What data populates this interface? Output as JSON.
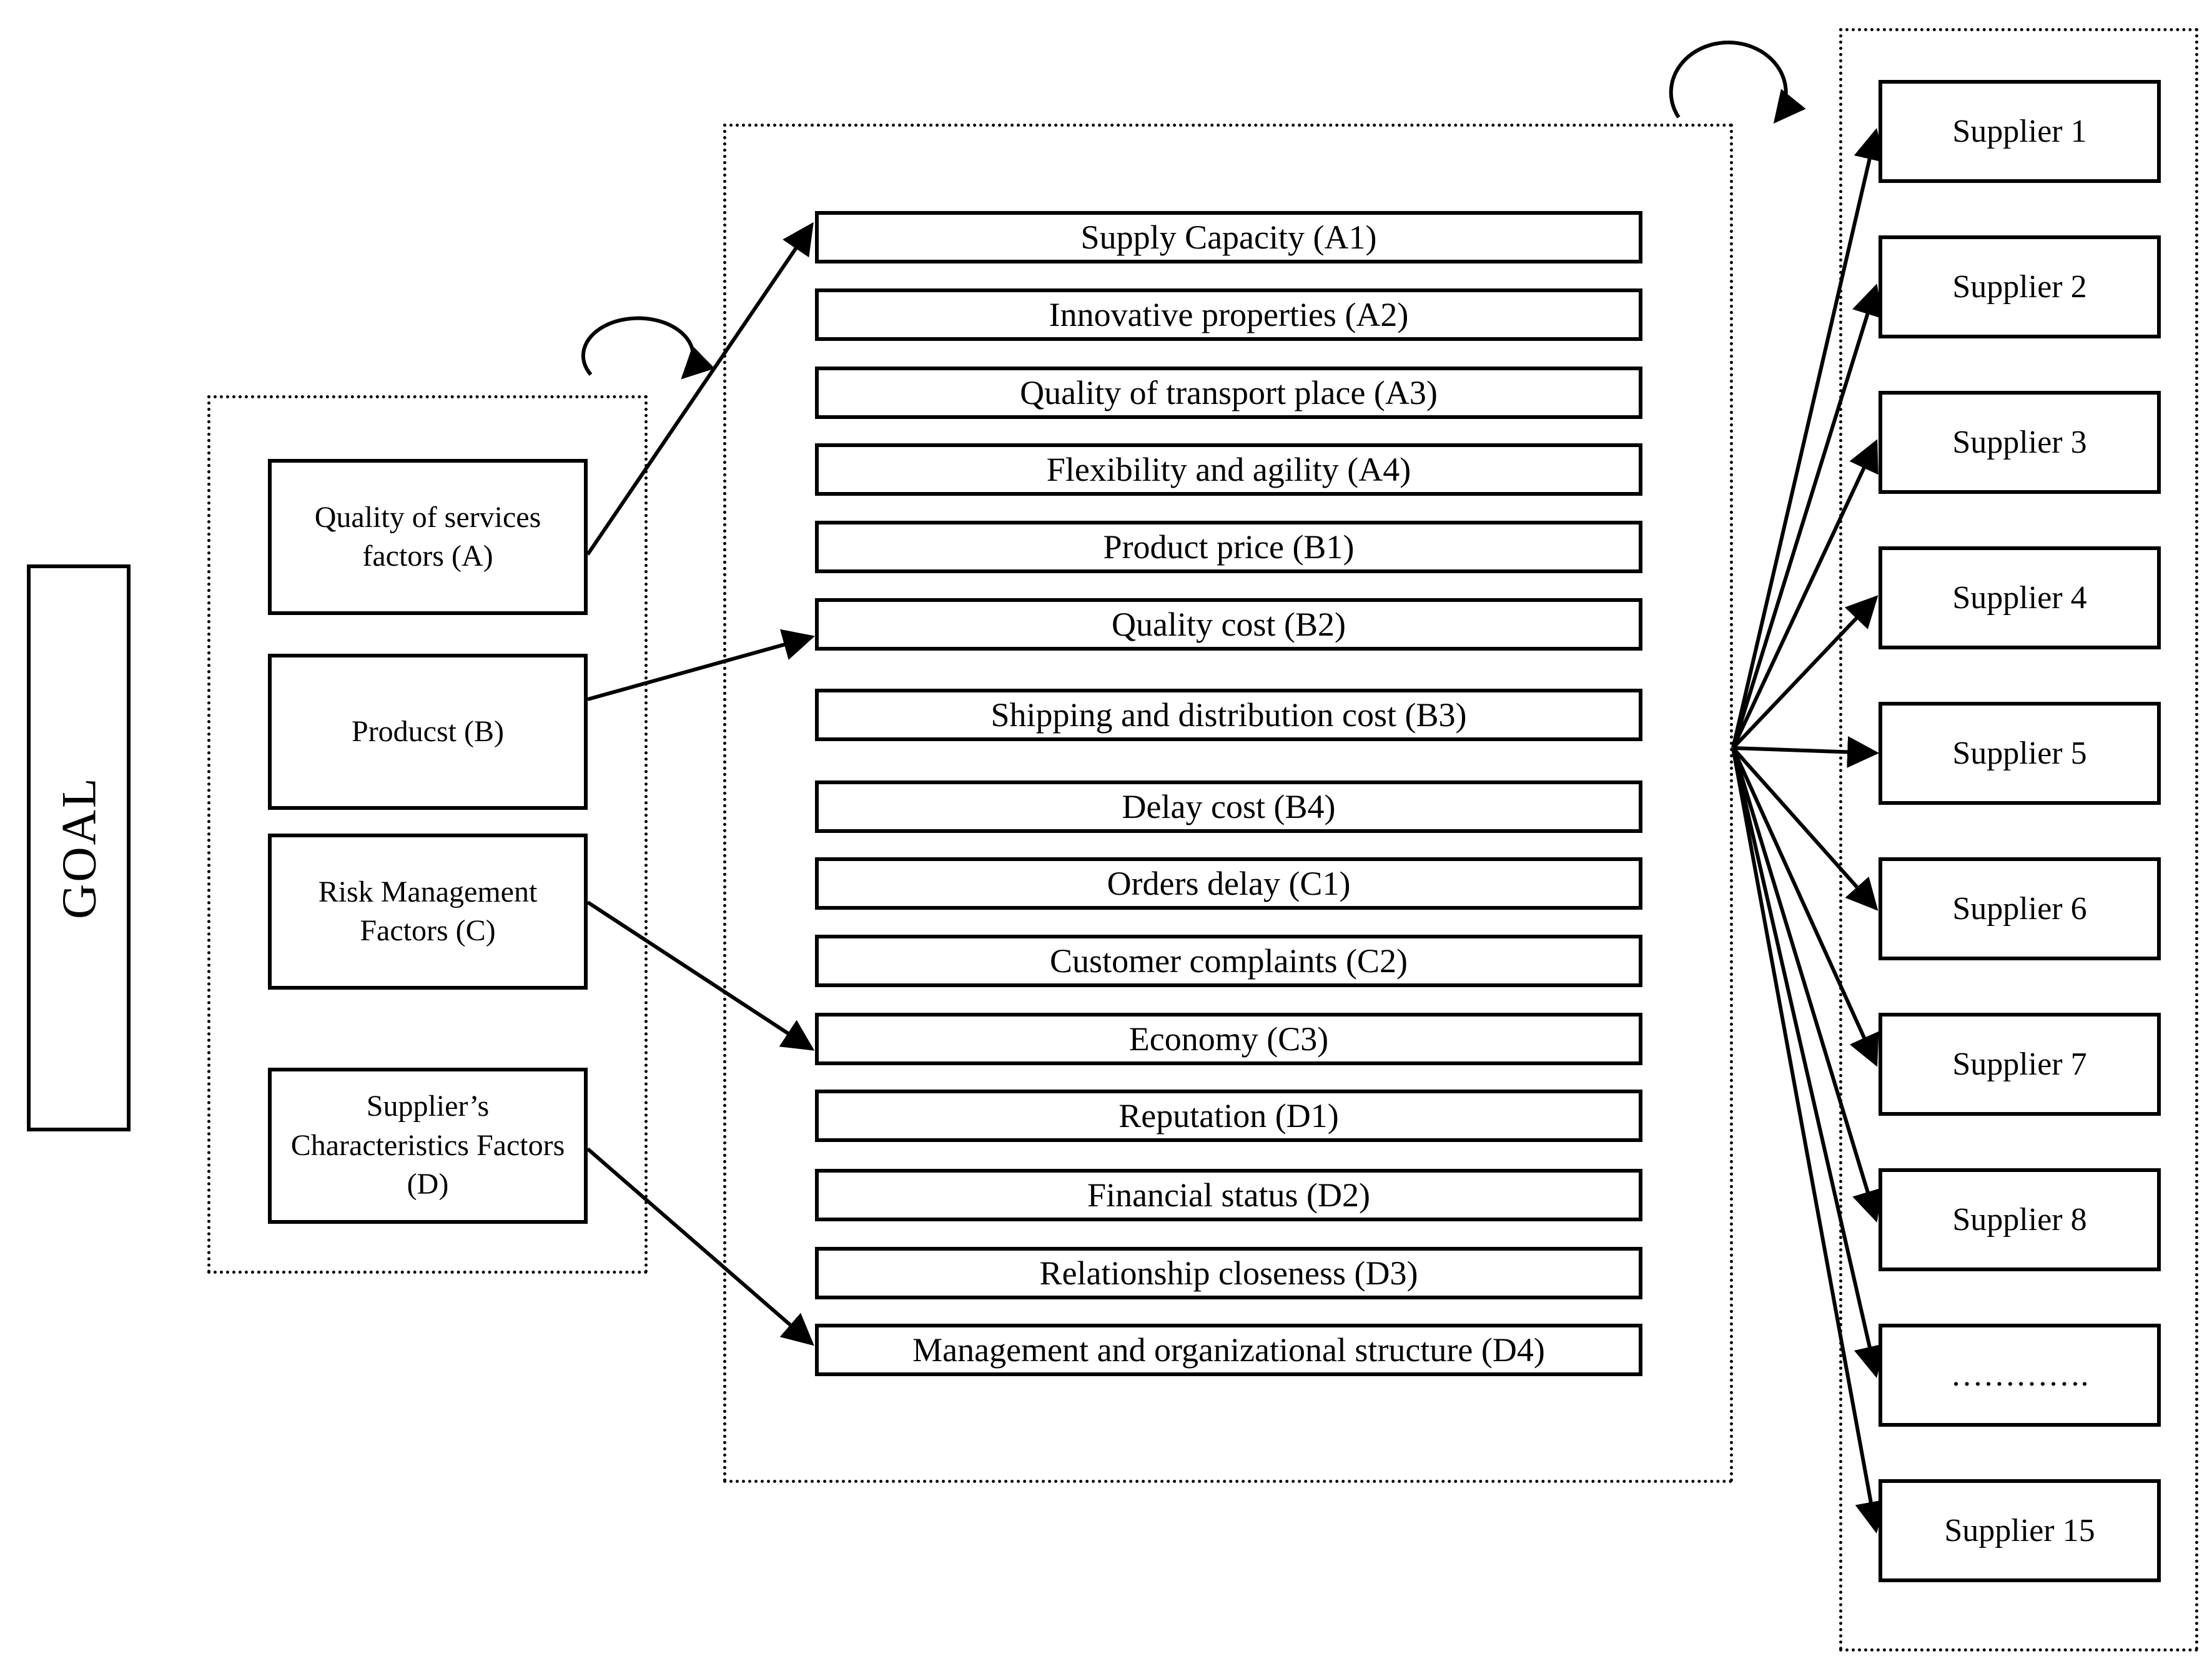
{
  "diagram": {
    "goal": {
      "label": "GOAL"
    },
    "factors_cluster": {
      "items": [
        "Quality of services factors (A)",
        "Producst (B)",
        "Risk Management Factors (C)",
        "Supplier’s Characteristics Factors (D)"
      ]
    },
    "criteria_cluster": {
      "items": [
        "Supply Capacity (A1)",
        "Innovative properties (A2)",
        "Quality of transport place (A3)",
        "Flexibility and agility (A4)",
        "Product price (B1)",
        "Quality cost (B2)",
        "Shipping and distribution cost (B3)",
        "Delay cost (B4)",
        "Orders delay (C1)",
        "Customer complaints (C2)",
        "Economy (C3)",
        "Reputation (D1)",
        "Financial status (D2)",
        "Relationship closeness (D3)",
        "Management and organizational structure (D4)"
      ]
    },
    "suppliers_cluster": {
      "items": [
        "Supplier 1",
        "Supplier 2",
        "Supplier 3",
        "Supplier 4",
        "Supplier 5",
        "Supplier 6",
        "Supplier 7",
        "Supplier 8",
        "………….",
        "Supplier 15"
      ]
    },
    "connections": {
      "factor_to_criterion": [
        {
          "from": "Quality of services factors (A)",
          "to": "Supply Capacity (A1)"
        },
        {
          "from": "Producst (B)",
          "to": "Quality cost (B2)"
        },
        {
          "from": "Risk Management Factors (C)",
          "to": "Economy (C3)"
        },
        {
          "from": "Supplier’s Characteristics Factors (D)",
          "to": "Management and organizational structure (D4)"
        }
      ],
      "criteria_cluster_to_suppliers": [
        "Supplier 1",
        "Supplier 2",
        "Supplier 3",
        "Supplier 4",
        "Supplier 5",
        "Supplier 6",
        "Supplier 7",
        "Supplier 8",
        "………….",
        "Supplier 15"
      ],
      "self_loops": [
        "factors_cluster",
        "criteria_cluster"
      ]
    }
  }
}
